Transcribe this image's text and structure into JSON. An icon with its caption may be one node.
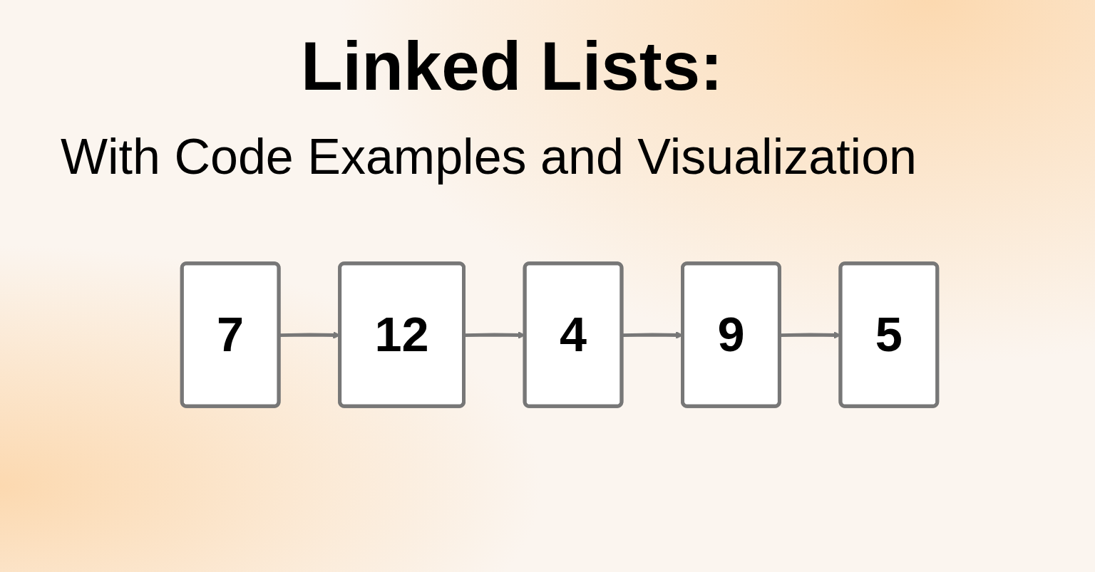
{
  "diagram": {
    "title": "Linked Lists:",
    "nodes": [
      {
        "text": [
          "7"
        ]
      },
      {
        "text": [
          "12"
        ]
      },
      {
        "text": [
          "4"
        ]
      },
      {
        "text": [
          "9"
        ]
      },
      {
        "text": [
          "5"
        ]
      }
    ],
    "edges": [
      {
        "from": 0,
        "to": 1,
        "arrow": "to"
      },
      {
        "from": 1,
        "to": 2,
        "arrow": "to"
      },
      {
        "from": 2,
        "to": 3,
        "arrow": "to"
      },
      {
        "from": 3,
        "to": 4,
        "arrow": "to"
      }
    ],
    "labels": [
      "With Code Examples and Visualization"
    ]
  }
}
